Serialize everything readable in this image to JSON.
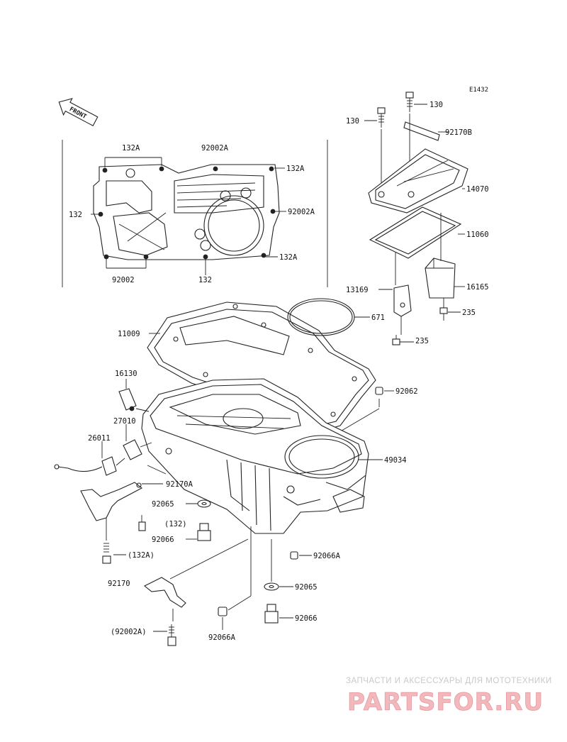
{
  "diagram_code": "E1432",
  "front_label": "FRONT",
  "callouts": {
    "c130_right": "130",
    "c130_left": "130",
    "c92170B": "92170B",
    "c14070": "14070",
    "c11060": "11060",
    "c16165": "16165",
    "c13169": "13169",
    "c235_a": "235",
    "c671": "671",
    "c235_b": "235",
    "c132A_top": "132A",
    "c92002A_top": "92002A",
    "c132A_r1": "132A",
    "c132_left": "132",
    "c92002A_r": "92002A",
    "c132A_r2": "132A",
    "c92002": "92002",
    "c132_bottom": "132",
    "c11009": "11009",
    "c16130": "16130",
    "c92062": "92062",
    "c27010": "27010",
    "c26011": "26011",
    "c49034": "49034",
    "c92170A": "92170A",
    "c92065_a": "92065",
    "c132_paren": "(132)",
    "c92066_a": "92066",
    "c132A_paren": "(132A)",
    "c92066A_r": "92066A",
    "c92170": "92170",
    "c92065_b": "92065",
    "c92066_b": "92066",
    "c92002A_paren": "(92002A)",
    "c92066A_b": "92066A"
  },
  "watermark": {
    "tagline": "ЗАПЧАСТИ И АКСЕССУАРЫ ДЛЯ МОТОТЕХНИКИ",
    "brand": "PARTSFOR.RU"
  }
}
